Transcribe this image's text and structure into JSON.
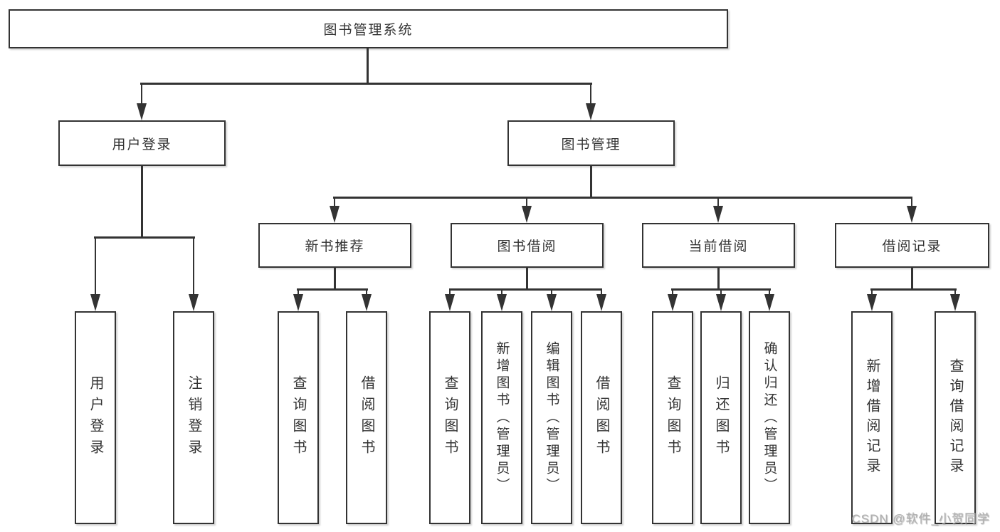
{
  "diagram": {
    "root": {
      "label": "图书管理系统"
    },
    "level1": [
      {
        "label": "用户登录"
      },
      {
        "label": "图书管理"
      }
    ],
    "level2": [
      {
        "label": "新书推荐",
        "parent": "图书管理"
      },
      {
        "label": "图书借阅",
        "parent": "图书管理"
      },
      {
        "label": "当前借阅",
        "parent": "图书管理"
      },
      {
        "label": "借阅记录",
        "parent": "图书管理"
      }
    ],
    "leaves": [
      {
        "label": "用户登录",
        "parent": "用户登录"
      },
      {
        "label": "注销登录",
        "parent": "用户登录"
      },
      {
        "label": "查询图书",
        "parent": "新书推荐"
      },
      {
        "label": "借阅图书",
        "parent": "新书推荐"
      },
      {
        "label": "查询图书",
        "parent": "图书借阅"
      },
      {
        "label": "新增图书（管理员）",
        "parent": "图书借阅"
      },
      {
        "label": "编辑图书（管理员）",
        "parent": "图书借阅"
      },
      {
        "label": "借阅图书",
        "parent": "图书借阅"
      },
      {
        "label": "查询图书",
        "parent": "当前借阅"
      },
      {
        "label": "归还图书",
        "parent": "当前借阅"
      },
      {
        "label": "确认归还（管理员）",
        "parent": "当前借阅"
      },
      {
        "label": "新增借阅记录",
        "parent": "借阅记录"
      },
      {
        "label": "查询借阅记录",
        "parent": "借阅记录"
      }
    ],
    "watermark": "CSDN @软件_小贺同学",
    "colors": {
      "line": "#333333",
      "text": "#333333",
      "background": "#ffffff",
      "watermark": "#b0b0b0"
    }
  }
}
